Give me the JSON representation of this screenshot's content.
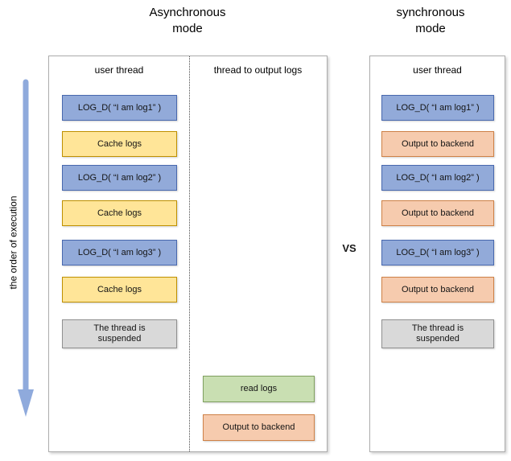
{
  "titles": {
    "async": "Asynchronous mode",
    "sync": "synchronous mode",
    "vs": "VS"
  },
  "execution_axis": {
    "label": "the order of execution",
    "arrow_color": "#8FAADC"
  },
  "async_panel": {
    "user_thread": {
      "header": "user thread",
      "boxes": [
        {
          "label": "LOG_D( “I am log1” )",
          "type": "log-call"
        },
        {
          "label": "Cache logs",
          "type": "cache"
        },
        {
          "label": "LOG_D( “I am log2” )",
          "type": "log-call"
        },
        {
          "label": "Cache logs",
          "type": "cache"
        },
        {
          "label": "LOG_D( “I am log3” )",
          "type": "log-call"
        },
        {
          "label": "Cache logs",
          "type": "cache"
        },
        {
          "label": "The thread is suspended",
          "type": "suspended"
        }
      ]
    },
    "output_thread": {
      "header": "thread to output logs",
      "boxes": [
        {
          "label": "read logs",
          "type": "read"
        },
        {
          "label": "Output to backend",
          "type": "output"
        }
      ]
    }
  },
  "sync_panel": {
    "user_thread": {
      "header": "user thread",
      "boxes": [
        {
          "label": "LOG_D( “I am log1” )",
          "type": "log-call"
        },
        {
          "label": "Output to backend",
          "type": "output"
        },
        {
          "label": "LOG_D( “I am log2” )",
          "type": "log-call"
        },
        {
          "label": "Output to backend",
          "type": "output"
        },
        {
          "label": "LOG_D( “I am log3” )",
          "type": "log-call"
        },
        {
          "label": "Output to backend",
          "type": "output"
        },
        {
          "label": "The thread is suspended",
          "type": "suspended"
        }
      ]
    }
  },
  "colors": {
    "log_call_fill": "#92AAD9",
    "log_call_border": "#4868AE",
    "cache_fill": "#FFE598",
    "cache_border": "#BF9000",
    "output_fill": "#F6CBAE",
    "output_border": "#CE8147",
    "read_fill": "#C9DFB2",
    "read_border": "#7FA05F",
    "suspended_fill": "#D9D9D9",
    "suspended_border": "#909090",
    "arrow": "#8FAADC"
  }
}
